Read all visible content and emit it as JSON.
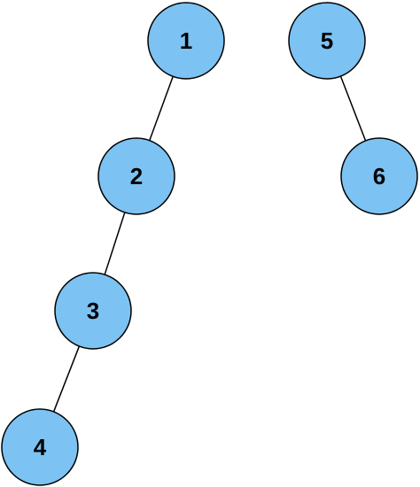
{
  "colors": {
    "node_fill": "#7cc2f2",
    "node_stroke": "#000000",
    "edge": "#000000"
  },
  "nodes": [
    {
      "id": "n1",
      "label": "1"
    },
    {
      "id": "n2",
      "label": "2"
    },
    {
      "id": "n3",
      "label": "3"
    },
    {
      "id": "n4",
      "label": "4"
    },
    {
      "id": "n5",
      "label": "5"
    },
    {
      "id": "n6",
      "label": "6"
    }
  ],
  "edges": [
    {
      "from": "n1",
      "to": "n2"
    },
    {
      "from": "n2",
      "to": "n3"
    },
    {
      "from": "n3",
      "to": "n4"
    },
    {
      "from": "n5",
      "to": "n6"
    }
  ]
}
